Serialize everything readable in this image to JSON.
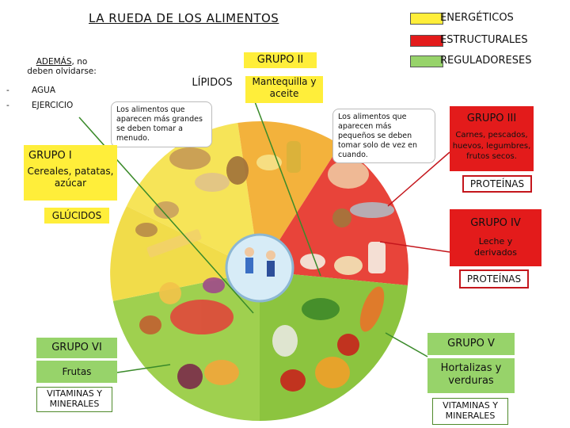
{
  "title": "LA RUEDA DE LOS ALIMENTOS",
  "legend": [
    {
      "label": "ENERGÉTICOS",
      "color": "#ffee3a"
    },
    {
      "label": "ESTRUCTURALES",
      "color": "#e31b1b"
    },
    {
      "label": "REGULADORESES",
      "color": "#97d36a"
    }
  ],
  "reminder": {
    "intro_underlined": "ADEMÁS",
    "intro_rest": ", no deben olvidarse:",
    "items": [
      {
        "bullet": "-",
        "text": "AGUA"
      },
      {
        "bullet": "-",
        "text": "EJERCICIO"
      }
    ]
  },
  "groups": {
    "g1": {
      "name": "GRUPO I",
      "foods": "Cereales, patatas, azúcar",
      "nutrient": "GLÚCIDOS"
    },
    "g2": {
      "name": "GRUPO II",
      "foods": "Mantequilla y aceite",
      "nutrient": "LÍPIDOS"
    },
    "g3": {
      "name": "GRUPO III",
      "foods": "Carnes, pescados, huevos, legumbres, frutos secos.",
      "nutrient": "PROTEÍNAS"
    },
    "g4": {
      "name": "GRUPO IV",
      "foods": "Leche y derivados",
      "nutrient": "PROTEÍNAS"
    },
    "g5": {
      "name": "GRUPO V",
      "foods": "Hortalizas y verduras",
      "nutrient": "VITAMINAS Y MINERALES"
    },
    "g6": {
      "name": "GRUPO VI",
      "foods": "Frutas",
      "nutrient": "VITAMINAS Y MINERALES"
    }
  },
  "bubbles": {
    "left": "Los alimentos que aparecen más grandes se deben tomar a menudo.",
    "right": "Los alimentos que aparecen más pequeños se deben tomar solo de vez en cuando."
  },
  "colors": {
    "yellow": "#ffee3a",
    "red": "#e31b1b",
    "green": "#97d36a",
    "wheel_yellow": "#f6e458",
    "wheel_orange": "#f3b23c",
    "wheel_red": "#e8443a",
    "wheel_green": "#8cc43f",
    "wheel_center": "#d7ecf7"
  }
}
